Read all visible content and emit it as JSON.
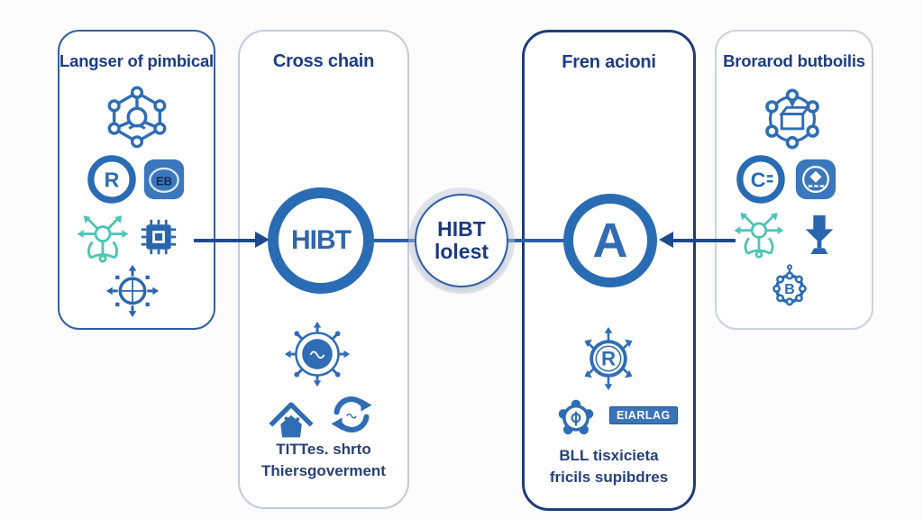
{
  "colors": {
    "accent_blue": "#2f6db4",
    "dark_navy": "#1d3a7e",
    "teal": "#4cc5b5",
    "arrow": "#1d4a8f",
    "panel_border_blue": "#33619f",
    "panel_border_navy": "#1f3d78",
    "panel_border_light": "#c2cbd8"
  },
  "panels": [
    {
      "title": "Langser of pimbical"
    },
    {
      "title": "Cross chain",
      "caption": [
        "TITTes. shrto",
        "Thiersgoverment"
      ]
    },
    {
      "title": "Fren acioni",
      "caption": [
        "BLL tisxicieta",
        "fricils supibdres"
      ]
    },
    {
      "title": "Brorarod butboilis"
    }
  ],
  "nodes": {
    "hibt": "HIBT",
    "center_line1": "HIBT",
    "center_line2": "lolest",
    "a": "A"
  },
  "badges": {
    "p1_circle": "R",
    "p1_tile": "EB",
    "p3_gear": "R",
    "p3_flag": "EIARLAG",
    "p4_circle": "C",
    "p4_gear": "B"
  },
  "icons": {
    "panel1": [
      "network-graph-icon",
      "r-circle-badge-icon",
      "eb-tile-icon",
      "expand-arrows-icon",
      "cpu-chip-icon",
      "globe-arrows-icon"
    ],
    "panel2": [
      "radial-arrows-icon",
      "home-icon",
      "sync-arrows-icon"
    ],
    "panel3": [
      "r-gear-badge-icon",
      "gear-icon",
      "flag-badge"
    ],
    "panel4": [
      "network-box-icon",
      "c-circle-badge-icon",
      "app-tile-icon",
      "expand-arrows-icon",
      "download-icon",
      "b-gear-badge-icon"
    ]
  }
}
